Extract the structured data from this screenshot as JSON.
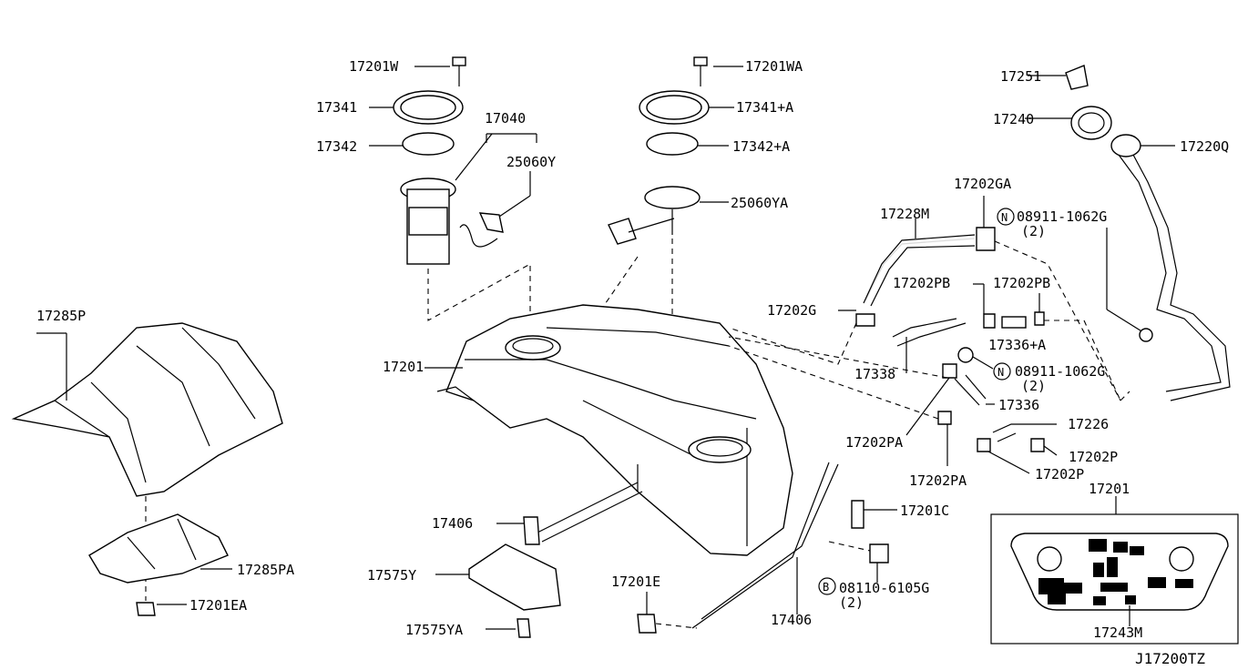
{
  "diagram_code": "J17200TZ",
  "labels": {
    "p17201W": "17201W",
    "p17341": "17341",
    "p17342": "17342",
    "p17040": "17040",
    "p25060Y": "25060Y",
    "p17201WA": "17201WA",
    "p17341A": "17341+A",
    "p17342A": "17342+A",
    "p25060YA": "25060YA",
    "p17251": "17251",
    "p17240": "17240",
    "p17220Q": "17220Q",
    "p17202GA": "17202GA",
    "p17228M": "17228M",
    "pN08911a": "08911-1062G",
    "pN08911a_qty": "(2)",
    "p17202PB_1": "17202PB",
    "p17202PB_2": "17202PB",
    "p17202G": "17202G",
    "p17336A": "17336+A",
    "p17338": "17338",
    "pN08911b": "08911-1062G",
    "pN08911b_qty": "(2)",
    "p17336": "17336",
    "p17285P": "17285P",
    "p17201": "17201",
    "p17202PA_1": "17202PA",
    "p17226": "17226",
    "p17202P_1": "17202P",
    "p17202P_2": "17202P",
    "p17202PA_2": "17202PA",
    "p17201C": "17201C",
    "p17406_1": "17406",
    "p17285PA": "17285PA",
    "p17575Y": "17575Y",
    "p17201E": "17201E",
    "pB08110": "08110-6105G",
    "pB08110_qty": "(2)",
    "p17201EA": "17201EA",
    "p17406_2": "17406",
    "p17575YA": "17575YA",
    "inset_title": "17201",
    "inset_part": "17243M"
  },
  "markers": {
    "n1": "N",
    "n2": "N",
    "b1": "B"
  }
}
